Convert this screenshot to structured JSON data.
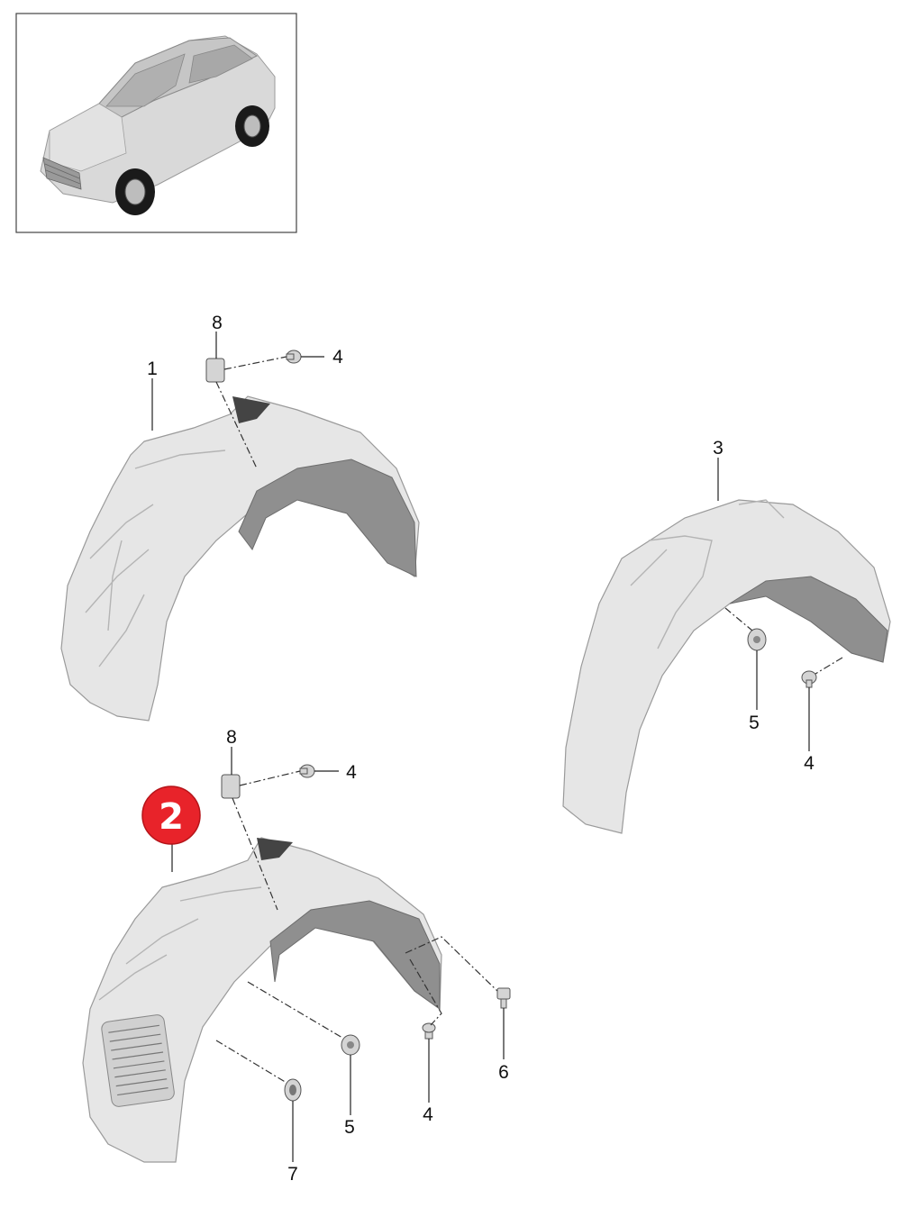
{
  "callouts": [
    {
      "text": "1"
    },
    {
      "text": "8"
    },
    {
      "text": "4"
    },
    {
      "text": "3"
    },
    {
      "text": "5"
    },
    {
      "text": "4"
    },
    {
      "text": "8"
    },
    {
      "text": "4"
    },
    {
      "text": "2",
      "badge_color": "#e8232a"
    },
    {
      "text": "6"
    },
    {
      "text": "5"
    },
    {
      "text": "4"
    },
    {
      "text": "7"
    }
  ],
  "colors": {
    "highlight_badge": "#e8232a",
    "thumbnail_border": "#444444"
  },
  "thumbnail": {
    "icon": "car-suv-icon"
  }
}
